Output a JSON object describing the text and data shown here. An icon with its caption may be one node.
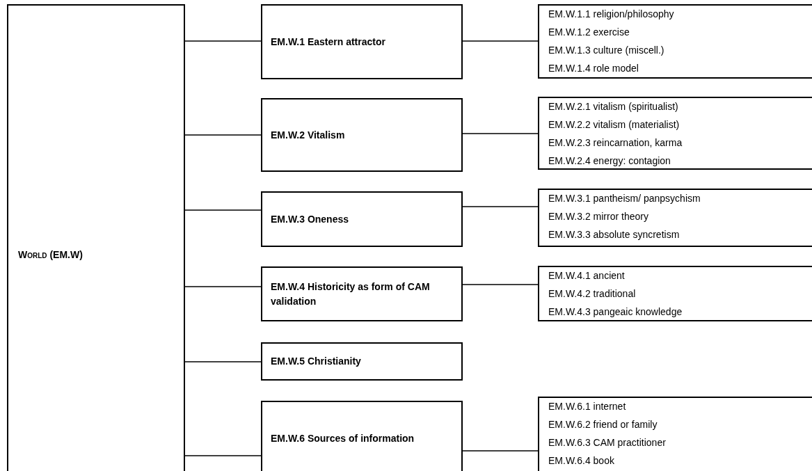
{
  "diagram": {
    "nodes": [
      {
        "text": [
          "World (EM.W)"
        ]
      },
      {
        "text": [
          "EM.W.1 Eastern attractor"
        ]
      },
      {
        "text": [
          "EM.W.1.1 religion/philosophy",
          "EM.W.1.2 exercise",
          "EM.W.1.3 culture (miscell.)",
          "EM.W.1.4 role model"
        ]
      },
      {
        "text": [
          "EM.W.2 Vitalism"
        ]
      },
      {
        "text": [
          "EM.W.2.1 vitalism (spiritualist)",
          "EM.W.2.2 vitalism (materialist)",
          "EM.W.2.3 reincarnation, karma",
          "EM.W.2.4 energy: contagion"
        ]
      },
      {
        "text": [
          "EM.W.3 Oneness"
        ]
      },
      {
        "text": [
          "EM.W.3.1 pantheism/ panpsychism",
          "EM.W.3.2 mirror theory",
          "EM.W.3.3 absolute syncretism"
        ]
      },
      {
        "text": [
          "EM.W.4 Historicity as form of CAM validation"
        ]
      },
      {
        "text": [
          "EM.W.4.1 ancient",
          "EM.W.4.2 traditional",
          "EM.W.4.3 pangeaic knowledge"
        ]
      },
      {
        "text": [
          "EM.W.5 Christianity"
        ]
      },
      {
        "text": [
          "EM.W.6 Sources of information"
        ]
      },
      {
        "text": [
          "EM.W.6.1 internet",
          "EM.W.6.2 friend or family",
          "EM.W.6.3 CAM practitioner",
          "EM.W.6.4 book"
        ]
      }
    ],
    "edges": [
      {
        "from": 0,
        "to": 1,
        "arrow": "none"
      },
      {
        "from": 0,
        "to": 3,
        "arrow": "none"
      },
      {
        "from": 0,
        "to": 5,
        "arrow": "none"
      },
      {
        "from": 0,
        "to": 7,
        "arrow": "none"
      },
      {
        "from": 0,
        "to": 9,
        "arrow": "none"
      },
      {
        "from": 0,
        "to": 10,
        "arrow": "none"
      },
      {
        "from": 1,
        "to": 2,
        "arrow": "none"
      },
      {
        "from": 3,
        "to": 4,
        "arrow": "none"
      },
      {
        "from": 5,
        "to": 6,
        "arrow": "none"
      },
      {
        "from": 7,
        "to": 8,
        "arrow": "none"
      },
      {
        "from": 10,
        "to": 11,
        "arrow": "none"
      }
    ]
  }
}
